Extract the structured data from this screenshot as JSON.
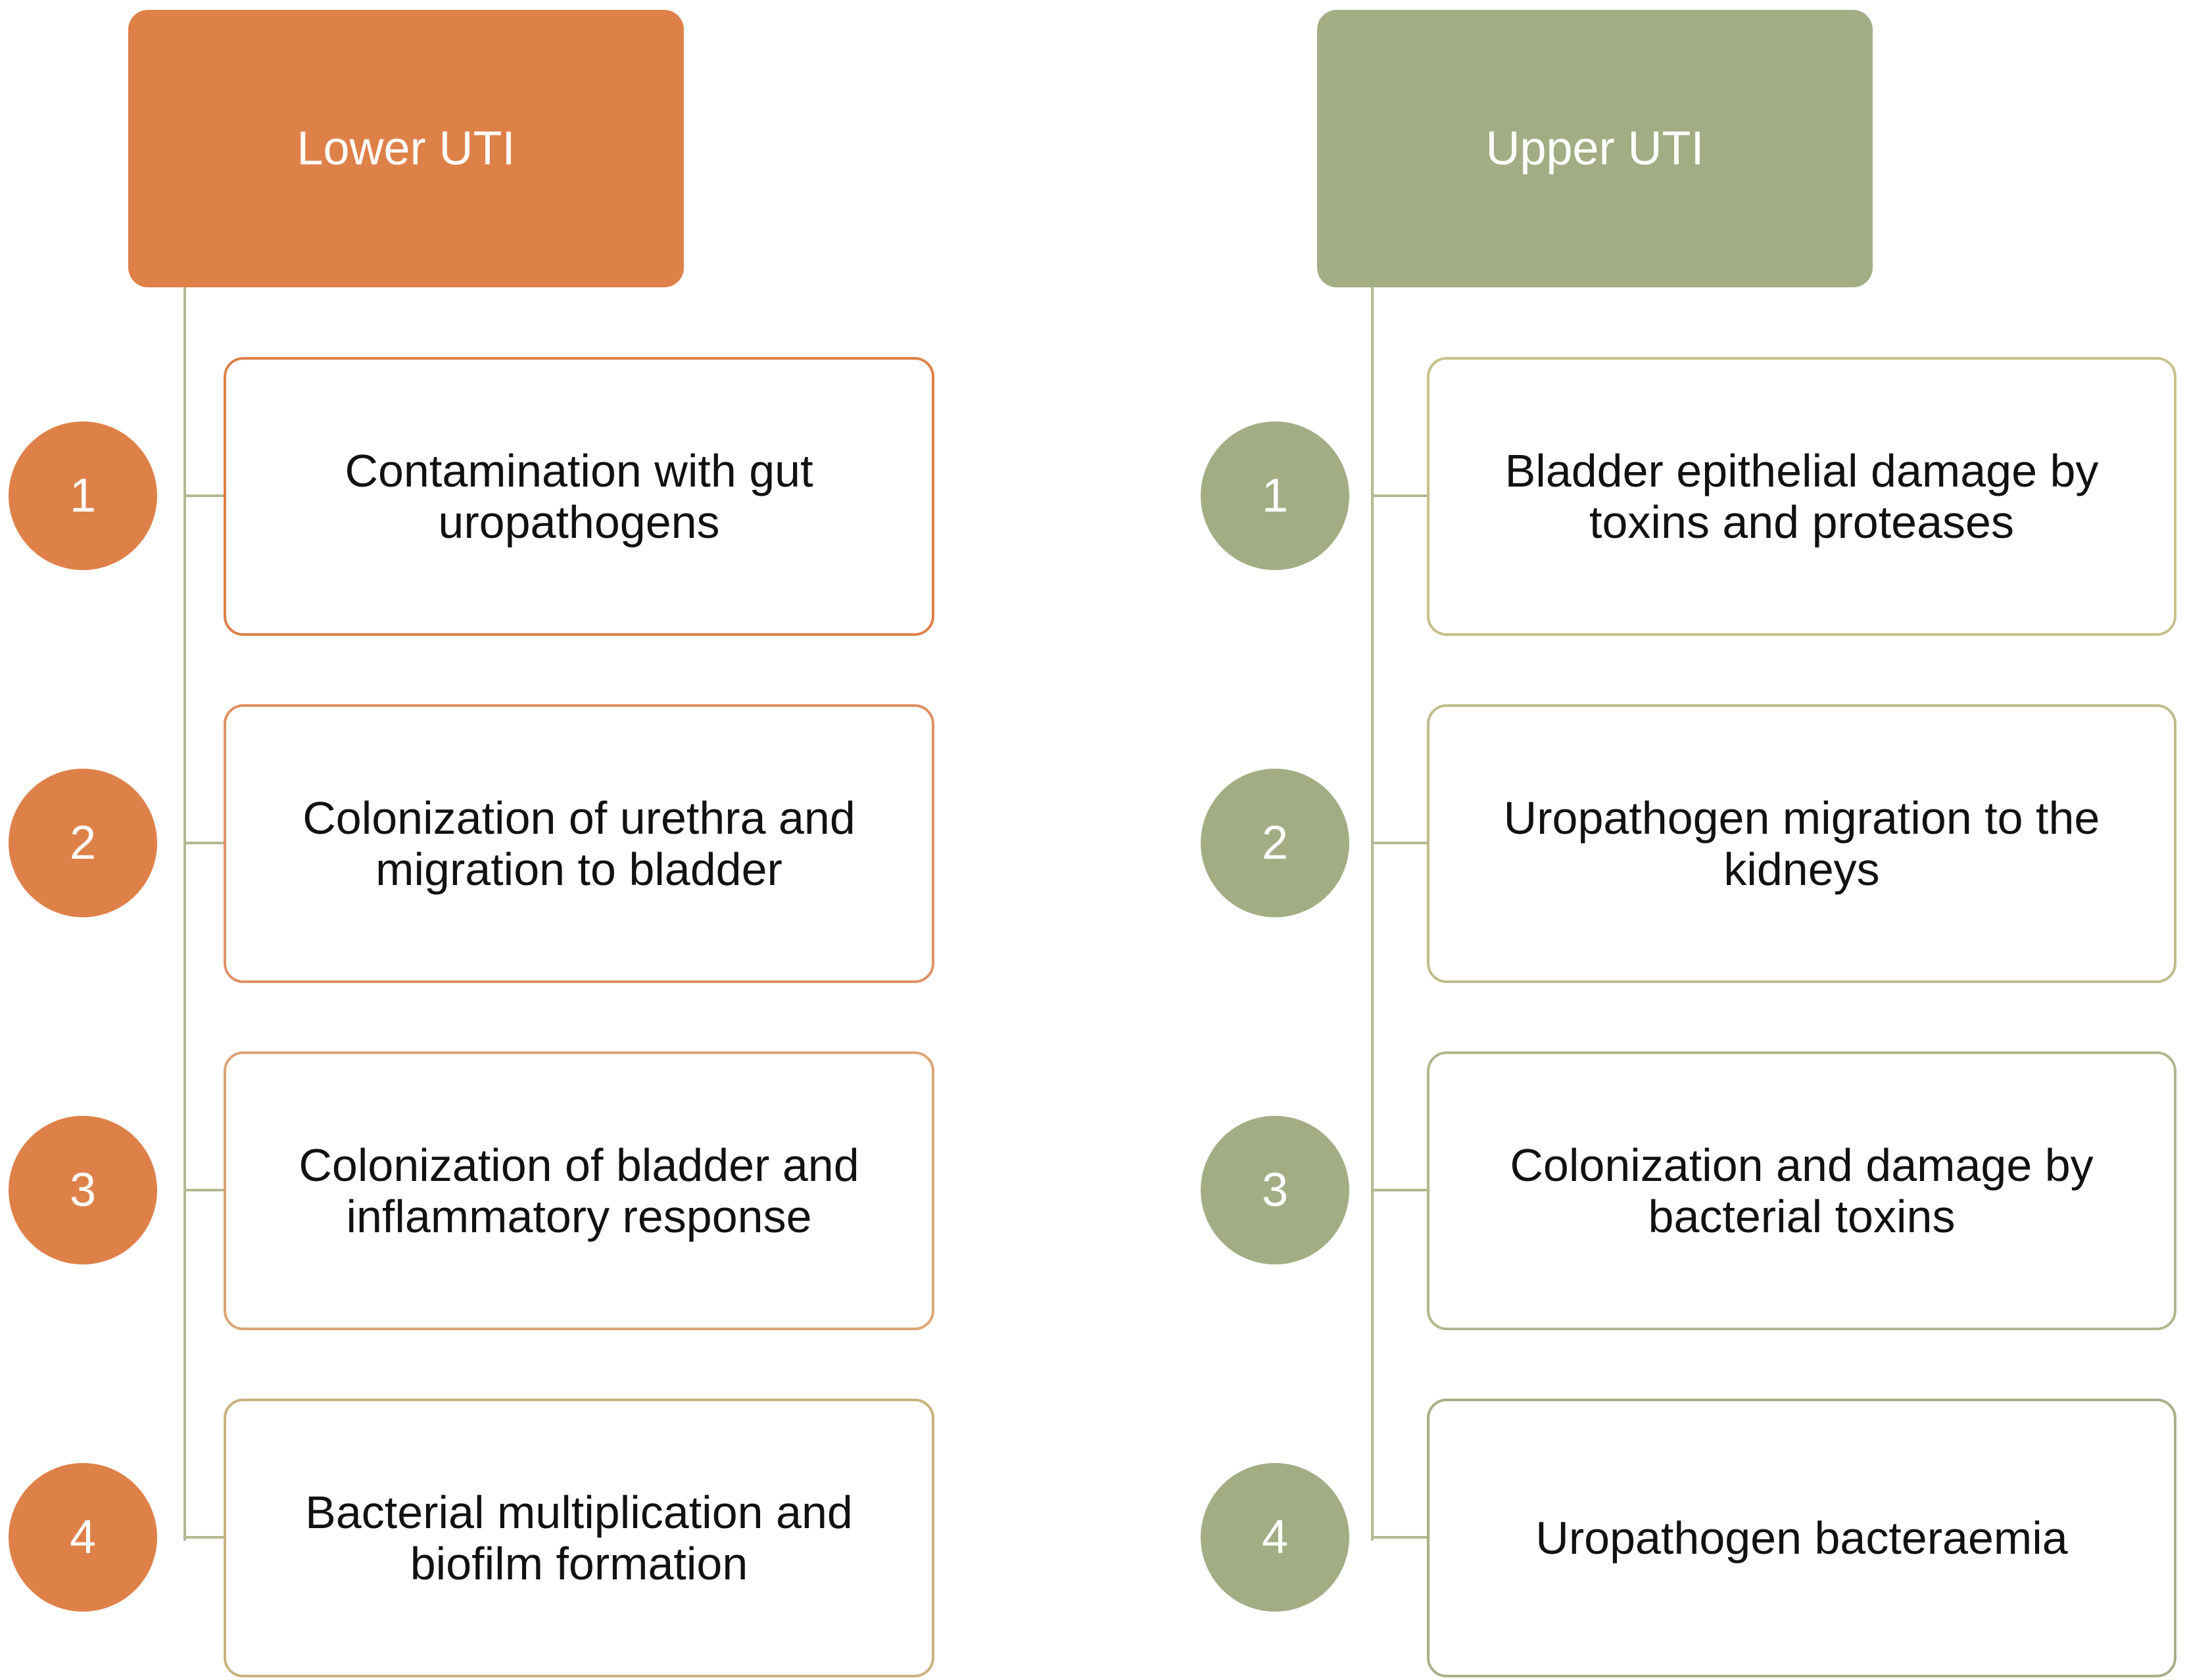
{
  "colors": {
    "lower": "#DE8149",
    "upper": "#A3AD84"
  },
  "columns": [
    {
      "header": "Lower UTI",
      "steps": [
        {
          "number": "1",
          "text": "Contamination with gut uropathogens"
        },
        {
          "number": "2",
          "text": "Colonization of urethra and migration to bladder"
        },
        {
          "number": "3",
          "text": "Colonization of bladder and inflammatory response"
        },
        {
          "number": "4",
          "text": "Bacterial multiplication and biofilm formation"
        }
      ]
    },
    {
      "header": "Upper UTI",
      "steps": [
        {
          "number": "1",
          "text": "Bladder epithelial damage by toxins and proteases"
        },
        {
          "number": "2",
          "text": "Uropathogen migration to the kidneys"
        },
        {
          "number": "3",
          "text": "Colonization and damage by bacterial toxins"
        },
        {
          "number": "4",
          "text": "Uropathogen bacteraemia"
        }
      ]
    }
  ]
}
